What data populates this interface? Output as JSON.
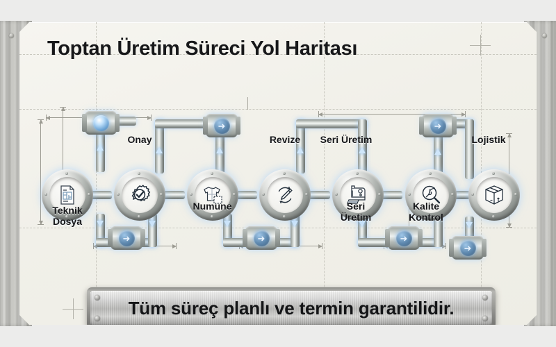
{
  "title": "Toptan Üretim Süreci Yol Haritası",
  "colors": {
    "panel_bg": "#f2f1ea",
    "frame_metal": "#b9b9b5",
    "title_text": "#17181a",
    "pipe_steel": "#b6bcb8",
    "flow_glow": "#cfe6fa",
    "valve_disc": "#5d87ad",
    "guide_line": "#c9c8bf"
  },
  "steps": [
    {
      "id": "teknik-dosya",
      "label": "Teknik\nDosya",
      "label_position": "below",
      "icon": "blueprint-document-icon"
    },
    {
      "id": "onay",
      "label": "Onay",
      "label_position": "above",
      "icon": "gear-check-icon"
    },
    {
      "id": "numune",
      "label": "Numune",
      "label_position": "below",
      "icon": "tshirt-swatch-icon"
    },
    {
      "id": "revize",
      "label": "Revize",
      "label_position": "above",
      "icon": "pencil-revision-icon"
    },
    {
      "id": "seri-uretim",
      "label": "Seri\nÜretim",
      "label_position": "below",
      "icon": "sewing-machine-icon"
    },
    {
      "id": "kalite-kontrol",
      "label": "Kalite\nKontrol",
      "label_position": "below",
      "icon": "magnifier-quality-icon"
    },
    {
      "id": "lojistik",
      "label": "Lojistik",
      "label_position": "above",
      "icon": "shipping-box-icon"
    }
  ],
  "section_headers": [
    {
      "id": "seri-uretim-header",
      "label": "Seri Üretim"
    },
    {
      "id": "lojistik-header",
      "label": "Lojistik"
    }
  ],
  "banner": {
    "text": "Tüm süreç planlı ve termin garantilidir."
  }
}
